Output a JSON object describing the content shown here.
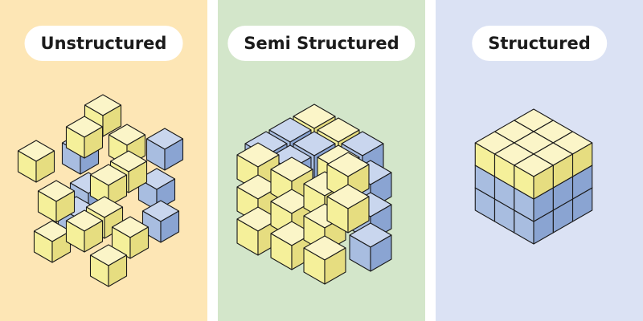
{
  "panels": [
    {
      "label": "Unstructured",
      "background": "#fde6b5"
    },
    {
      "label": "Semi Structured",
      "background": "#d3e6ca"
    },
    {
      "label": "Structured",
      "background": "#dbe2f4"
    }
  ],
  "colors": {
    "yellow_top": "#fbf5c8",
    "yellow_left": "#f5f09a",
    "yellow_right": "#e6dd80",
    "blue_top": "#c9d6ee",
    "blue_left": "#a8bde0",
    "blue_right": "#8aa4d2",
    "outline": "#1a1a1a"
  }
}
